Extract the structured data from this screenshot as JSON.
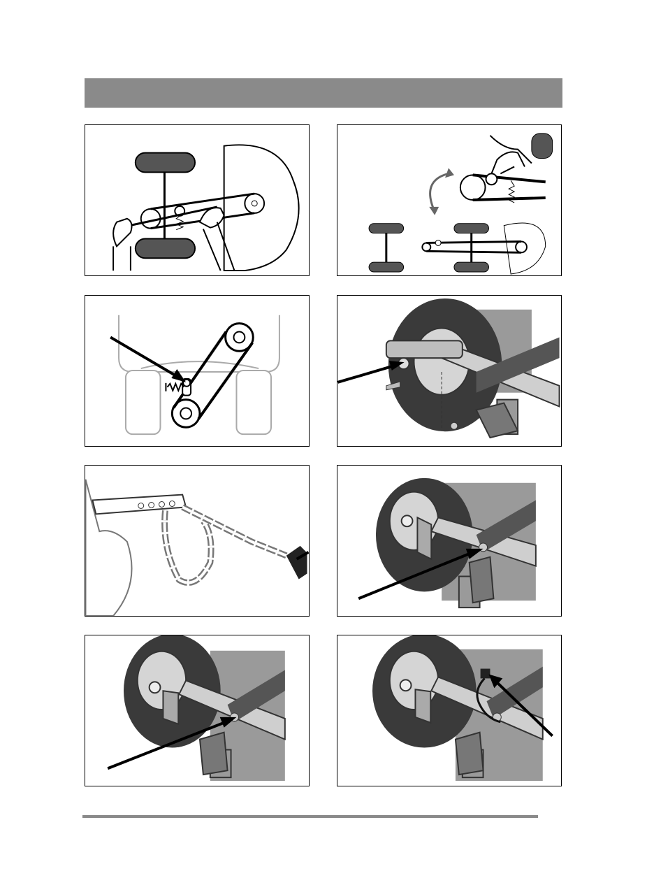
{
  "page": {
    "header_title": "",
    "panels": [
      {
        "id": "belt-tension-hands"
      },
      {
        "id": "belt-adjust-detail"
      },
      {
        "id": "belt-spring-arrow"
      },
      {
        "id": "hitch-pin-wheel"
      },
      {
        "id": "safety-chain"
      },
      {
        "id": "drawbar-arrow-left"
      },
      {
        "id": "drawbar-arrow-right-low"
      },
      {
        "id": "cable-connector"
      }
    ]
  }
}
